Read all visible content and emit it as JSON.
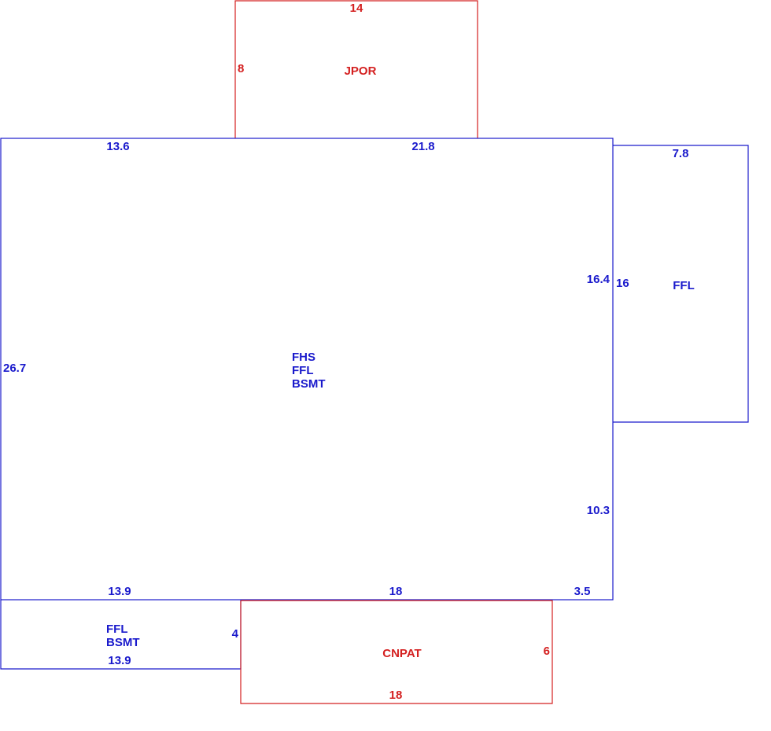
{
  "colors": {
    "blue": "#1a1acc",
    "red": "#d42020"
  },
  "jpor": {
    "name": "JPOR",
    "top": "14",
    "left": "8"
  },
  "main": {
    "lines": [
      "FHS",
      "FFL",
      "BSMT"
    ],
    "top_left": "13.6",
    "top_right": "21.8",
    "left": "26.7",
    "right_upper": "16.4",
    "right_lower": "10.3",
    "bottom_left": "13.9",
    "bottom_middle": "18",
    "bottom_right": "3.5"
  },
  "ffl_wing": {
    "name": "FFL",
    "top": "7.8",
    "left": "16"
  },
  "ffl_bsmt_wing": {
    "lines": [
      "FFL",
      "BSMT"
    ],
    "bottom": "13.9",
    "right": "4"
  },
  "cnpat": {
    "name": "CNPAT",
    "bottom": "18",
    "right": "6"
  }
}
